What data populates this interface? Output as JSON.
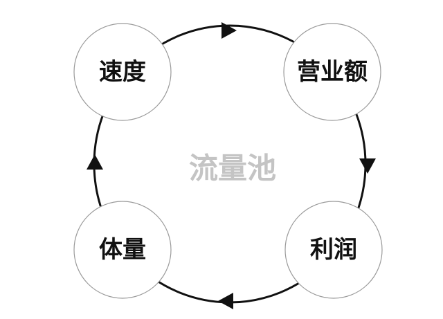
{
  "diagram": {
    "center_label": "流量池",
    "nodes": [
      {
        "id": "speed",
        "label": "速度"
      },
      {
        "id": "revenue",
        "label": "营业额"
      },
      {
        "id": "profit",
        "label": "利润"
      },
      {
        "id": "volume",
        "label": "体量"
      }
    ],
    "direction": "clockwise",
    "colors": {
      "ring": "#111111",
      "arrow": "#111111",
      "center_text": "#c4c4c4",
      "node_border": "#9a9a9a",
      "node_text": "#111111"
    }
  }
}
